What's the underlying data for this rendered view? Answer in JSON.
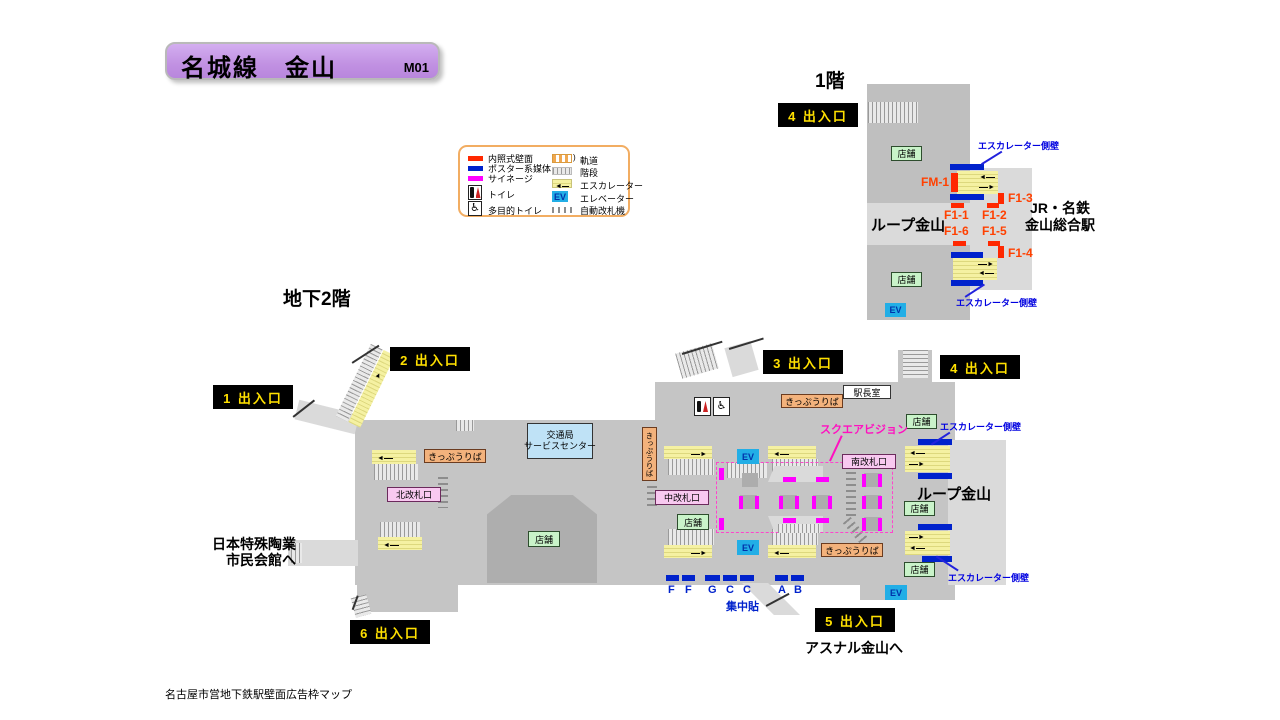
{
  "title": {
    "name": "名城線　金山",
    "code": "M01"
  },
  "floors": {
    "f1": "1階",
    "b2": "地下2階"
  },
  "legend": {
    "wall_lit": "内照式壁面",
    "poster": "ポスター系媒体",
    "signage": "サイネージ",
    "toilet": "トイレ",
    "multi_toilet": "多目的トイレ",
    "track": "軌道",
    "stairs": "階段",
    "escalator": "エスカレーター",
    "elevator": "エレベーター",
    "ticket_gate": "自動改札機"
  },
  "exits": {
    "e1": "1  出入口",
    "e2": "2  出入口",
    "e3": "3  出入口",
    "e4": "4  出入口",
    "e5": "5  出入口",
    "e6": "6  出入口"
  },
  "labels": {
    "shop": "店舗",
    "ticket": "きっぷうりば",
    "ev": "EV",
    "north_gate": "北改札口",
    "center_gate": "中改札口",
    "south_gate": "南改札口",
    "svc1": "交通局",
    "svc2": "サービスセンター",
    "office": "駅長室",
    "esc_wall": "エスカレーター側壁",
    "square_vision": "スクエアビジョン",
    "loop": "ループ金山",
    "jr1": "JR・名鉄",
    "jr2": "金山総合駅",
    "ngk1": "日本特殊陶業",
    "ngk2": "市民会館へ",
    "asunal": "アスナル金山へ",
    "concentrated": "集中貼",
    "footer": "名古屋市営地下鉄駅壁面広告枠マップ"
  },
  "frames": {
    "fm1": "FM-1",
    "f1_1": "F1-1",
    "f1_2": "F1-2",
    "f1_3": "F1-3",
    "f1_4": "F1-4",
    "f1_5": "F1-5",
    "f1_6": "F1-6"
  },
  "walls": {
    "f": [
      "F",
      "F"
    ],
    "gcc": [
      "G",
      "C",
      "C"
    ],
    "ab": [
      "A",
      "B"
    ]
  },
  "colors": {
    "lit_wall": "#ff2800",
    "poster": "#0022cc",
    "signage": "#ff00ff",
    "exit_text": "#ffe000",
    "title_bg": "#c191e2",
    "escalator": "#f5f1a2",
    "elevator_bg": "#22aee6",
    "legend_border": "#f2ad62"
  }
}
